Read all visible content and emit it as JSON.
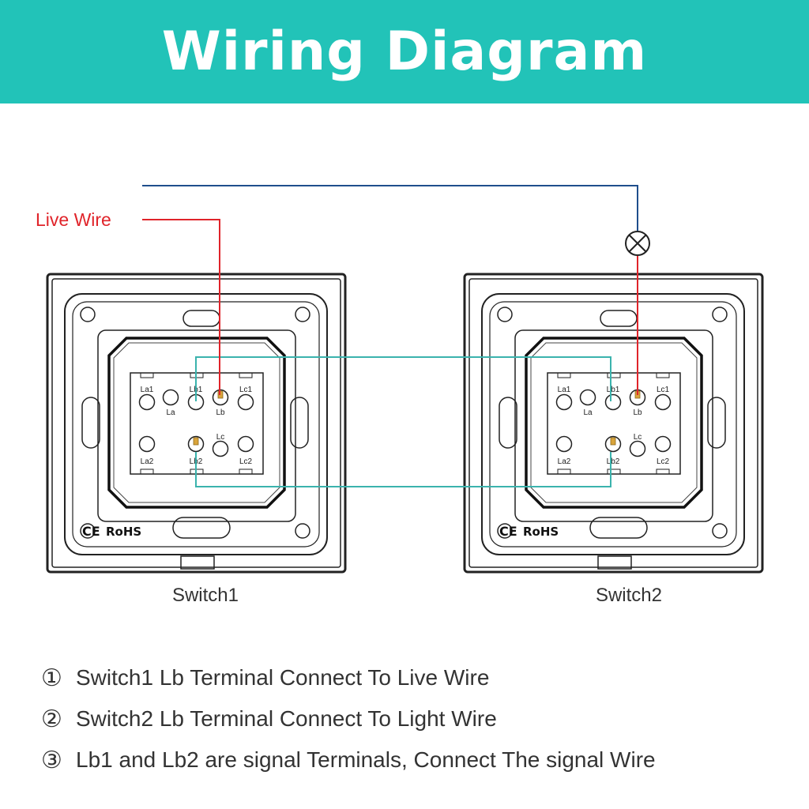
{
  "header": {
    "title": "Wiring Diagram"
  },
  "diagram": {
    "live_wire_label": "Live Wire",
    "lamp_icon": "lamp-icon",
    "switches": [
      {
        "caption": "Switch1",
        "marks": [
          "CE",
          "RoHS"
        ],
        "terminals": [
          "La1",
          "La",
          "Lb1",
          "Lb",
          "Lc1",
          "La2",
          "Lb2",
          "Lc",
          "Lc2"
        ]
      },
      {
        "caption": "Switch2",
        "marks": [
          "CE",
          "RoHS"
        ],
        "terminals": [
          "La1",
          "La",
          "Lb1",
          "Lb",
          "Lc1",
          "La2",
          "Lb2",
          "Lc",
          "Lc2"
        ]
      }
    ]
  },
  "instructions": [
    {
      "num": "①",
      "text": "Switch1 Lb Terminal Connect To Live Wire"
    },
    {
      "num": "②",
      "text": "Switch2 Lb Terminal Connect To Light Wire"
    },
    {
      "num": "③",
      "text": "Lb1 and Lb2 are signal Terminals, Connect The signal Wire"
    }
  ],
  "colors": {
    "header": "#22c3b8",
    "live_wire": "#e0242a",
    "light_wire": "#1f4e8c",
    "signal_wire": "#3bb3ad",
    "terminal_active": "#d9a43a"
  }
}
